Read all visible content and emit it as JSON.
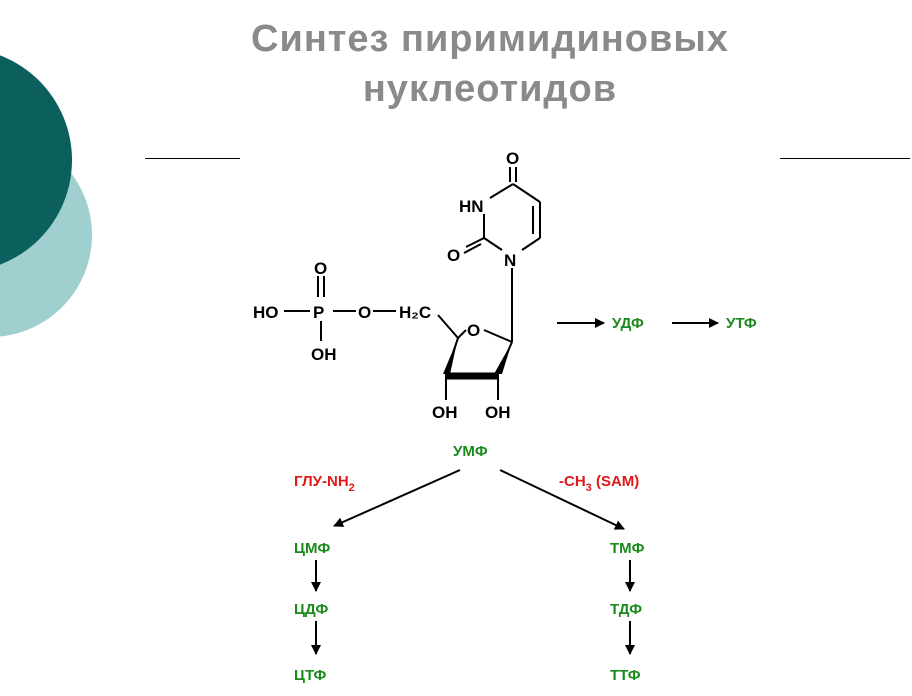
{
  "slide": {
    "title_line1": "Синтез пиримидиновых",
    "title_line2": "нуклеотидов"
  },
  "molecule": {
    "o_top": "O",
    "hn": "HN",
    "o_left": "O",
    "n_ring": "N",
    "ring_o": "O",
    "phosphate_o_top": "O",
    "phosphate_ho": "HO",
    "phosphate_p": "P",
    "phosphate_o_bridge": "O",
    "phosphate_h2c": "H₂C",
    "phosphate_oh": "OH",
    "oh_left": "OH",
    "oh_right": "OH"
  },
  "pathway": {
    "udp": "УДФ",
    "utp": "УТФ",
    "ump": "УМФ",
    "left_reagent_main": "ГЛУ-NH",
    "left_reagent_sub": "2",
    "right_reagent_pre": "-CH",
    "right_reagent_sub": "3",
    "right_reagent_post": " (SAM)",
    "cmp": "ЦМФ",
    "cdp": "ЦДФ",
    "ctp": "ЦТФ",
    "tmp": "ТМФ",
    "tdp": "ТДФ",
    "ttp": "ТТФ"
  },
  "colors": {
    "product_green": "#1a8a1a",
    "reagent_red": "#e01818",
    "title_gray": "#8a8a8a",
    "circle_dark": "#0b5f5c",
    "circle_light": "#9fcfcf"
  }
}
